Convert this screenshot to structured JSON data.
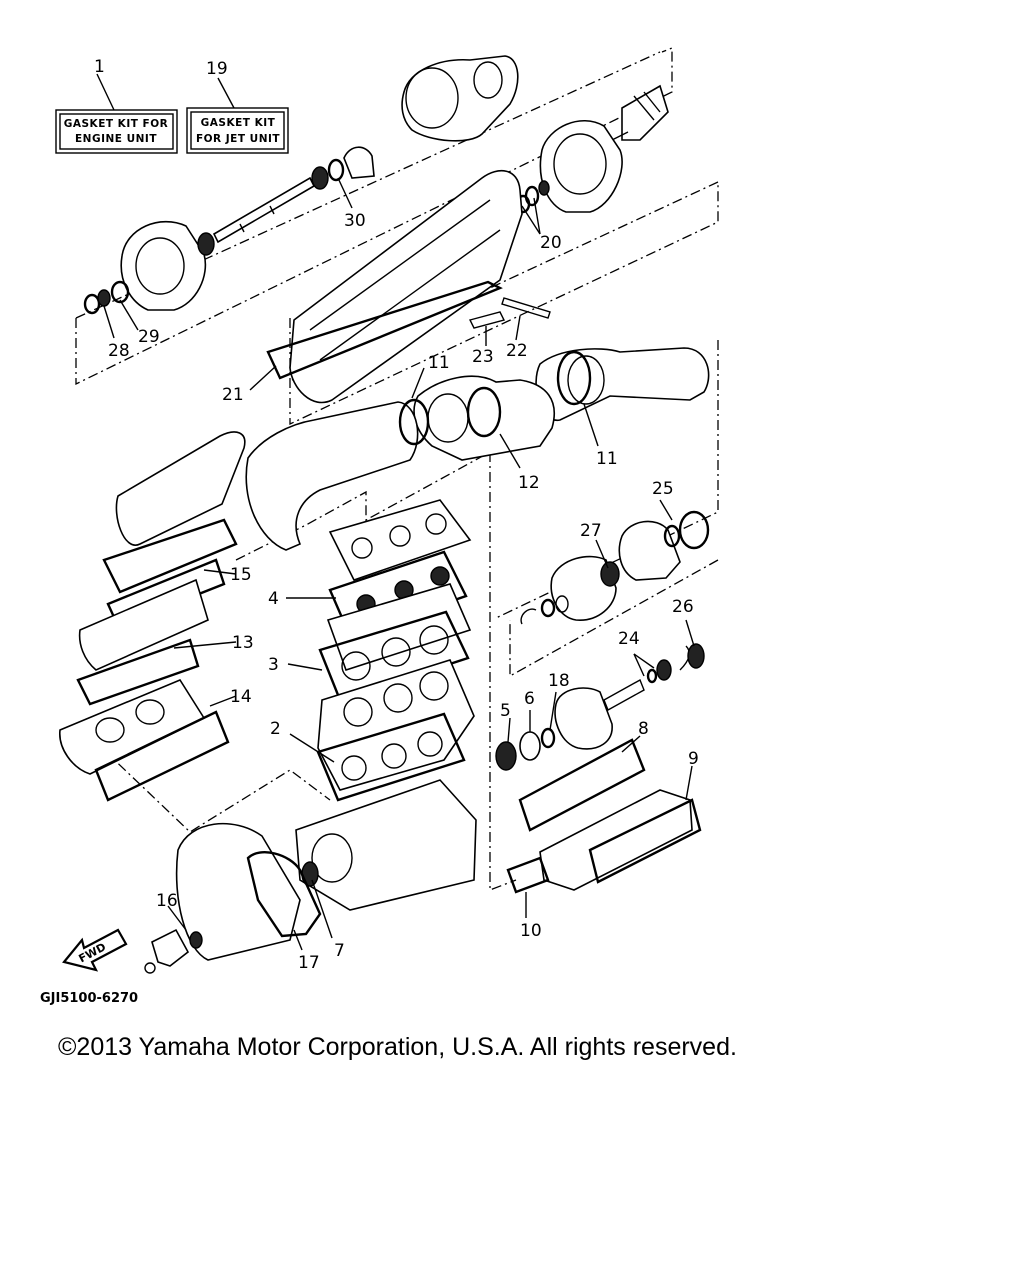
{
  "kits": [
    {
      "id": "1",
      "line1": "GASKET KIT FOR",
      "line2": "ENGINE UNIT"
    },
    {
      "id": "19",
      "line1": "GASKET KIT",
      "line2": "FOR JET UNIT"
    }
  ],
  "callouts": [
    "1",
    "19",
    "30",
    "20",
    "28",
    "29",
    "21",
    "23",
    "22",
    "11",
    "11",
    "12",
    "25",
    "27",
    "15",
    "4",
    "26",
    "13",
    "24",
    "3",
    "18",
    "14",
    "6",
    "5",
    "8",
    "2",
    "9",
    "16",
    "10",
    "7",
    "17"
  ],
  "direction_label": "FWD",
  "figure_code": "GJI5100-6270",
  "copyright": "©2013 Yamaha Motor Corporation, U.S.A. All rights reserved."
}
